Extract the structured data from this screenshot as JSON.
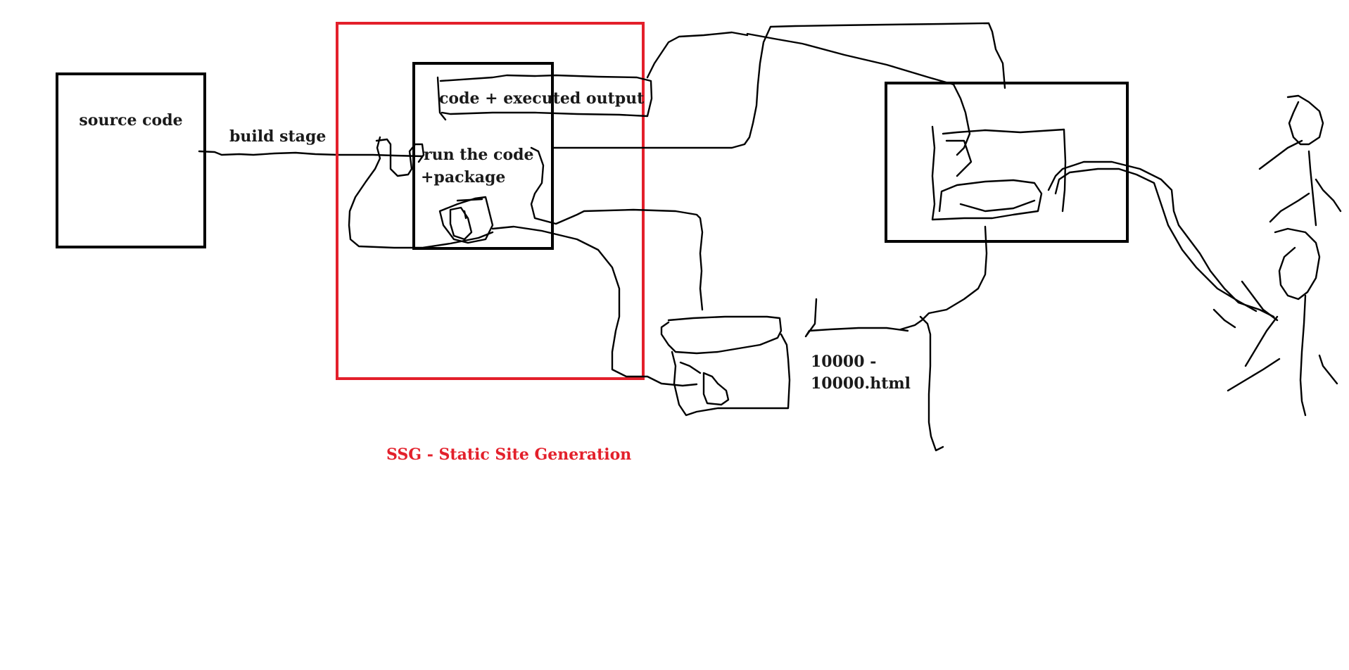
{
  "colors": {
    "ink": "#000000",
    "highlight": "#e3202b",
    "background": "#ffffff"
  },
  "labels": {
    "source_code": "source code",
    "build_stage": "build stage",
    "code_executed_output": "code + executed output",
    "run_the_code_line1": "run the code",
    "run_the_code_line2": "+package",
    "file_range_line1": "10000 -",
    "file_range_line2": "10000.html",
    "ssg_caption": "SSG - Static Site Generation"
  }
}
